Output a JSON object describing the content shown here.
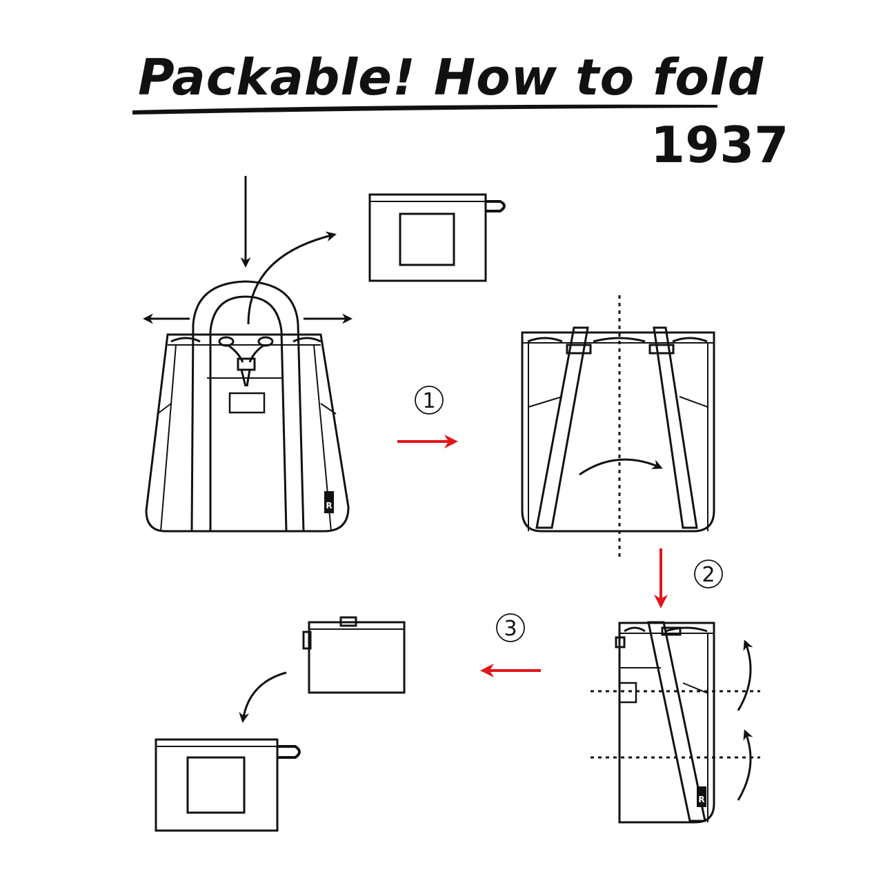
{
  "heading": {
    "title": "Packable!  How to fold",
    "model": "1937"
  },
  "steps": [
    {
      "label": "1"
    },
    {
      "label": "2"
    },
    {
      "label": "3"
    }
  ],
  "brand_mark": "R",
  "colors": {
    "line": "#111111",
    "step_arrow": "#e4141b",
    "background": "#ffffff"
  }
}
